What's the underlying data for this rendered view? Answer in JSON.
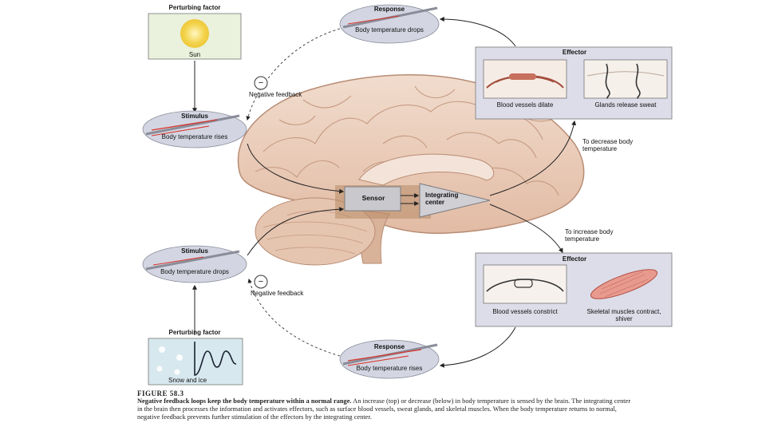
{
  "diagram": {
    "perturbing_top": {
      "title": "Perturbing factor",
      "label": "Sun"
    },
    "perturbing_bottom": {
      "title": "Perturbing factor",
      "label": "Snow and ice"
    },
    "stimulus_top": {
      "title": "Stimulus",
      "text": "Body temperature rises"
    },
    "stimulus_bottom": {
      "title": "Stimulus",
      "text": "Body temperature drops"
    },
    "response_top": {
      "title": "Response",
      "text": "Body temperature drops"
    },
    "response_bottom": {
      "title": "Response",
      "text": "Body temperature rises"
    },
    "negative_feedback_top": "Negative feedback",
    "negative_feedback_bottom": "Negative feedback",
    "sensor": "Sensor",
    "integrating_center": "Integrating center",
    "to_decrease": "To decrease body temperature",
    "to_increase": "To increase body temperature",
    "effector_top": {
      "title": "Effector",
      "left_label": "Blood vessels dilate",
      "right_label": "Glands release sweat"
    },
    "effector_bottom": {
      "title": "Effector",
      "left_label": "Blood vessels constrict",
      "right_label": "Skeletal muscles contract, shiver"
    },
    "minus_symbol": "−"
  },
  "caption": {
    "figure": "FIGURE 58.3",
    "title": "Negative feedback loops keep the body temperature within a normal range.",
    "text": "An increase (top) or decrease (below) in body temperature is sensed by the brain. The integrating center in the brain then processes the information and activates effectors, such as surface blood vessels, sweat glands, and skeletal muscles. When the body temperature returns to normal, negative feedback prevents further stimulation of the effectors by the integrating center."
  },
  "colors": {
    "ellipse_fill": "#d3d6e2",
    "effector_fill": "#dcdde8",
    "brain_fill": "#ecd2c0",
    "brain_line": "#b88c74",
    "arrow_red": "#d9342b",
    "sun_yellow": "#f3d34a",
    "sun_bg": "#eaf1dc",
    "snow_bg": "#d7e8ee"
  }
}
